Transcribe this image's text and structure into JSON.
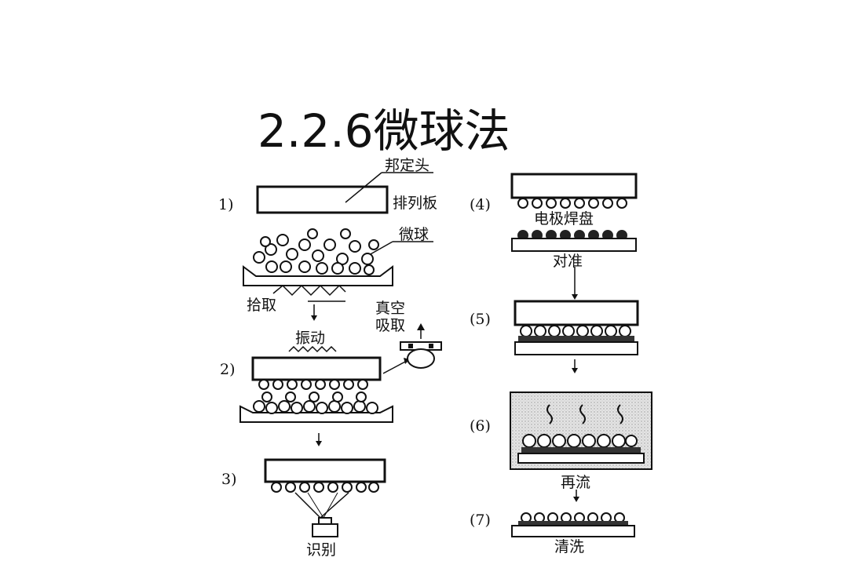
{
  "title": "2.2.6微球法",
  "steps": {
    "s1": "1)",
    "s2": "2)",
    "s3": "3)",
    "s4": "(4)",
    "s5": "(5)",
    "s6": "(6)",
    "s7": "(7)"
  },
  "labels": {
    "bond_head": "邦定头",
    "array_plate": "排列板",
    "microspheres": "微球",
    "pickup": "拾取",
    "vacuum_1": "真空",
    "vacuum_2": "吸取",
    "vibration": "振动",
    "recognition": "识别",
    "electrode_pad": "电极焊盘",
    "alignment": "对准",
    "reflow": "再流",
    "cleaning": "清洗"
  }
}
